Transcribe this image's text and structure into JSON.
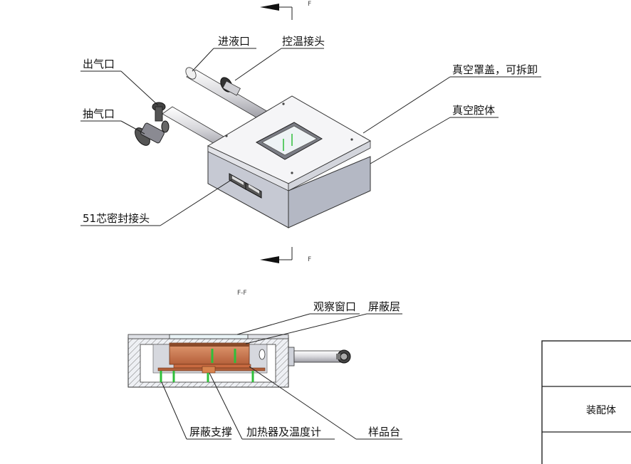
{
  "section_marks": {
    "top": "F",
    "bottom": "F",
    "view_title": "F-F"
  },
  "iso_labels": {
    "liquid_inlet": "进液口",
    "temp_connector": "控温接头",
    "gas_outlet": "出气口",
    "pump_port": "抽气口",
    "vacuum_cover": "真空罩盖，可拆卸",
    "vacuum_chamber": "真空腔体",
    "seal_connector": "51芯密封接头"
  },
  "section_labels": {
    "observation_window": "观察窗口",
    "shield_layer": "屏蔽层",
    "shield_support": "屏蔽支撑",
    "heater_thermometer": "加热器及温度计",
    "sample_stage": "样品台"
  },
  "title_block": {
    "name": "装配体"
  },
  "colors": {
    "body_gray": "#c9ccd6",
    "cover_white": "#f4f4f6",
    "copper": "#c8744a",
    "green": "#2fbf3a",
    "line": "#222222"
  }
}
